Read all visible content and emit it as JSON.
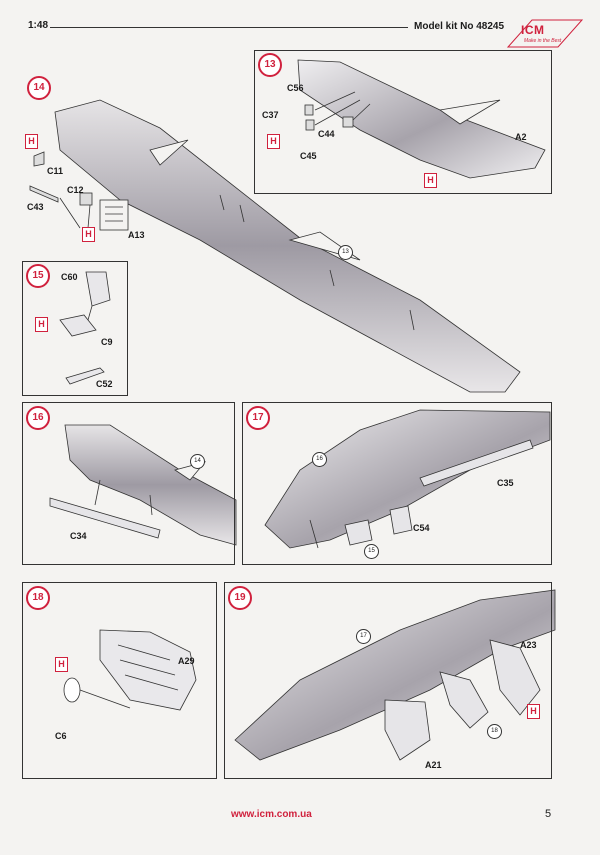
{
  "header": {
    "scale": "1:48",
    "kit_label": "Model kit No 48245",
    "logo": {
      "brand": "ICM",
      "tagline": "Make in the Best"
    }
  },
  "steps": [
    {
      "num": "14",
      "parts": [
        "C11",
        "C12",
        "C43",
        "A13"
      ],
      "ref": "13"
    },
    {
      "num": "13",
      "parts": [
        "C56",
        "C37",
        "C44",
        "C45",
        "A2"
      ]
    },
    {
      "num": "15",
      "parts": [
        "C60",
        "C9",
        "C52"
      ]
    },
    {
      "num": "16",
      "parts": [
        "C34"
      ],
      "ref": "14"
    },
    {
      "num": "17",
      "parts": [
        "C35",
        "C54"
      ],
      "refs": [
        "16",
        "15"
      ]
    },
    {
      "num": "18",
      "parts": [
        "A29",
        "C6"
      ]
    },
    {
      "num": "19",
      "parts": [
        "A23",
        "A21"
      ],
      "refs": [
        "17",
        "18"
      ]
    }
  ],
  "badge_h": "H",
  "footer": {
    "url": "www.icm.com.ua",
    "page_number": "5"
  },
  "colors": {
    "accent_red": "#d0213d",
    "line": "#333333"
  }
}
